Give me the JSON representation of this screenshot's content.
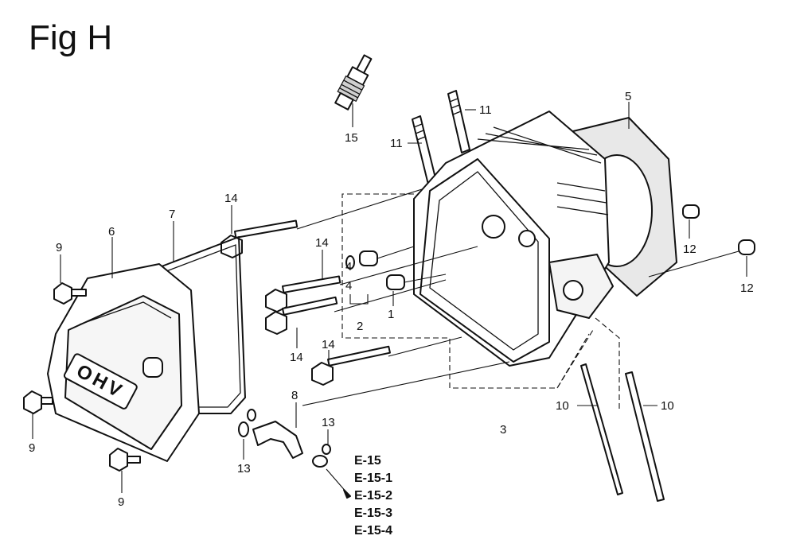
{
  "title": "Fig H",
  "parts": [
    {
      "callout": "15"
    },
    {
      "callout": "11"
    },
    {
      "callout": "11"
    },
    {
      "callout": "5"
    },
    {
      "callout": "14"
    },
    {
      "callout": "14"
    },
    {
      "callout": "14"
    },
    {
      "callout": "14"
    },
    {
      "callout": "7"
    },
    {
      "callout": "6"
    },
    {
      "callout": "9"
    },
    {
      "callout": "9"
    },
    {
      "callout": "9"
    },
    {
      "callout": "4"
    },
    {
      "callout": "4"
    },
    {
      "callout": "2"
    },
    {
      "callout": "1"
    },
    {
      "callout": "12"
    },
    {
      "callout": "12"
    },
    {
      "callout": "3"
    },
    {
      "callout": "10"
    },
    {
      "callout": "10"
    },
    {
      "callout": "8"
    },
    {
      "callout": "13"
    },
    {
      "callout": "13"
    }
  ],
  "cover_emblem": "OHV",
  "references": [
    "E-15",
    "E-15-1",
    "E-15-2",
    "E-15-3",
    "E-15-4"
  ]
}
